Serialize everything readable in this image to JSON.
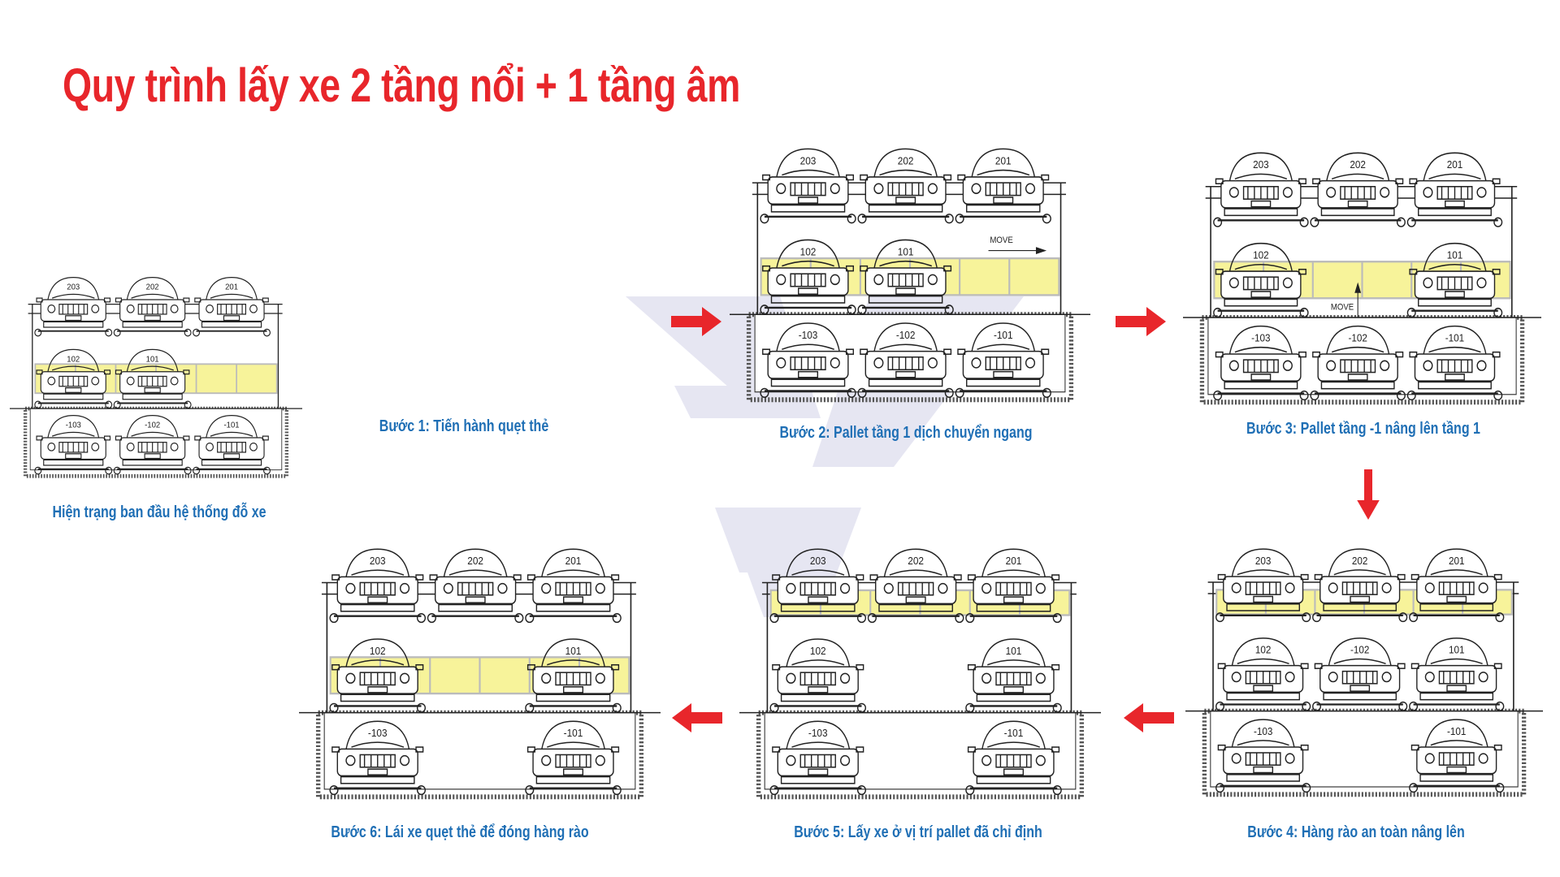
{
  "title": "Quy trình lấy xe 2 tầng nổi + 1 tầng âm",
  "colors": {
    "title": "#e8262b",
    "caption": "#1f6fb5",
    "arrow": "#e8262b",
    "pallet": "#f7f39a",
    "watermark": "#b9b9dc"
  },
  "step1_caption": "Bước 1: Tiến hành quẹt thẻ",
  "panels": [
    {
      "caption": "Hiện trạng ban đầu hệ thống đỗ xe",
      "top": [
        "203",
        "202",
        "201"
      ],
      "mid": [
        "102",
        "101",
        ""
      ],
      "pit": [
        "-103",
        "-102",
        "-101"
      ],
      "highlight": "mid",
      "move": null
    },
    {
      "caption": "Bước 2: Pallet tầng 1 dịch chuyển ngang",
      "top": [
        "203",
        "202",
        "201"
      ],
      "mid": [
        "102",
        "101",
        ""
      ],
      "pit": [
        "-103",
        "-102",
        "-101"
      ],
      "highlight": "mid",
      "move": {
        "label": "MOVE",
        "dir": "right"
      }
    },
    {
      "caption": "Bước 3: Pallet tầng -1 nâng lên tầng 1",
      "top": [
        "203",
        "202",
        "201"
      ],
      "mid": [
        "102",
        "",
        "101"
      ],
      "pit": [
        "-103",
        "-102",
        "-101"
      ],
      "highlight": "mid",
      "move": {
        "label": "MOVE",
        "dir": "up"
      }
    },
    {
      "caption": "Bước 4: Hàng rào an toàn nâng lên",
      "top": [
        "203",
        "202",
        "201"
      ],
      "mid": [
        "102",
        "-102",
        "101"
      ],
      "pit": [
        "-103",
        "",
        "-101"
      ],
      "highlight": "top",
      "move": null
    },
    {
      "caption": "Bước 5: Lấy xe ở vị trí pallet đã chỉ định",
      "top": [
        "203",
        "202",
        "201"
      ],
      "mid": [
        "102",
        "",
        "101"
      ],
      "pit": [
        "-103",
        "",
        "-101"
      ],
      "highlight": "top",
      "move": null
    },
    {
      "caption": "Bước 6: Lái xe quẹt thẻ để đóng hàng rào",
      "top": [
        "203",
        "202",
        "201"
      ],
      "mid": [
        "102",
        "",
        "101"
      ],
      "pit": [
        "-103",
        "",
        "-101"
      ],
      "highlight": "mid",
      "move": null
    }
  ],
  "arrows": [
    {
      "dir": "right",
      "from": "Bước 1",
      "to": "Bước 2"
    },
    {
      "dir": "right",
      "from": "Bước 2",
      "to": "Bước 3"
    },
    {
      "dir": "down",
      "from": "Bước 3",
      "to": "Bước 4"
    },
    {
      "dir": "left",
      "from": "Bước 4",
      "to": "Bước 5"
    },
    {
      "dir": "left",
      "from": "Bước 5",
      "to": "Bước 6"
    }
  ]
}
